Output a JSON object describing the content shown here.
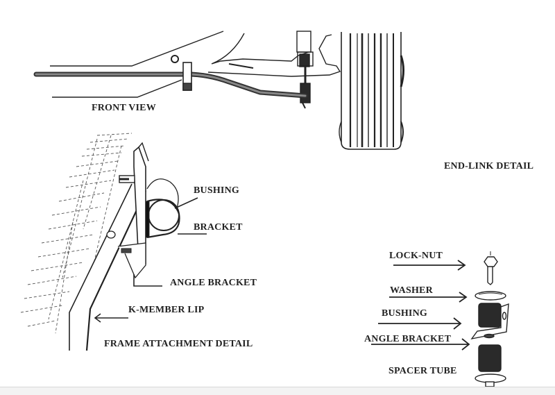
{
  "diagram": {
    "front_view": {
      "title": "FRONT VIEW"
    },
    "end_link_detail": {
      "title": "END-LINK DETAIL",
      "callouts": [
        {
          "label": "LOCK-NUT"
        },
        {
          "label": "WASHER"
        },
        {
          "label": "BUSHING"
        },
        {
          "label": "ANGLE BRACKET"
        },
        {
          "label": "SPACER TUBE"
        }
      ]
    },
    "frame_attachment_detail": {
      "title": "FRAME ATTACHMENT DETAIL",
      "callouts": [
        {
          "label": "BUSHING"
        },
        {
          "label": "BRACKET"
        },
        {
          "label": "ANGLE BRACKET"
        },
        {
          "label": "K-MEMBER LIP"
        }
      ]
    },
    "colors": {
      "ink": "#222222",
      "dark_fill": "#2a2a2a",
      "background": "#ffffff"
    }
  }
}
